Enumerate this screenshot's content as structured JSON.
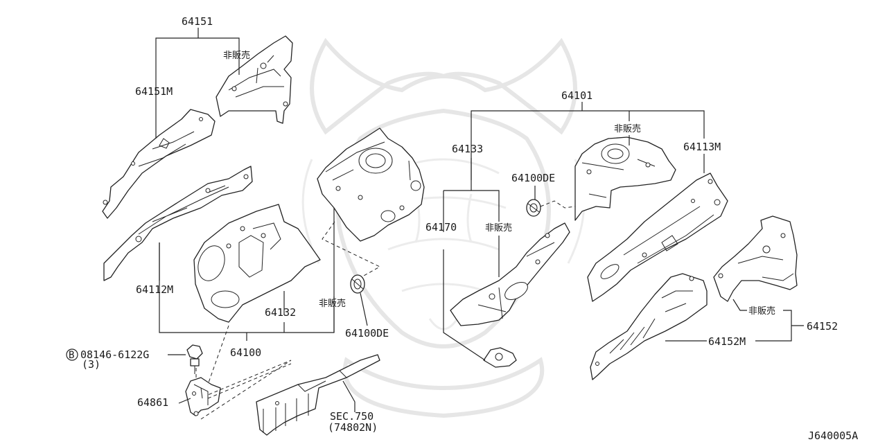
{
  "diagram": {
    "code": "J640005A",
    "labels": {
      "p64151": "64151",
      "p64151m": "64151M",
      "p64112m": "64112M",
      "p64132": "64132",
      "p64100": "64100",
      "p64100de_left": "64100DE",
      "p64101": "64101",
      "p64133": "64133",
      "p64170": "64170",
      "p64100de_right": "64100DE",
      "p64113m": "64113M",
      "p64152": "64152",
      "p64152m": "64152M",
      "p64861": "64861",
      "bolt_circle": "B",
      "bolt_code": "08146-6122G",
      "bolt_qty": "(3)",
      "sec_ref": "SEC.750",
      "sec_part": "(74802N)"
    },
    "not_for_sale": "非販売"
  }
}
